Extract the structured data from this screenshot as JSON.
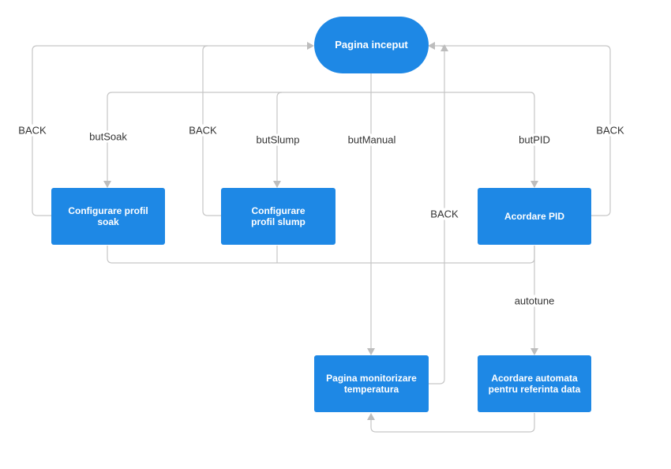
{
  "nodes": {
    "home": "Pagina inceput",
    "soak": "Configurare profil soak",
    "slump": "Configurare profil slump",
    "pid": "Acordare PID",
    "monitor": "Pagina monitorizare temperatura",
    "autotune_node": "Acordare automata pentru referinta data"
  },
  "edges": {
    "back_soak": "BACK",
    "but_soak": "butSoak",
    "back_slump": "BACK",
    "but_slump": "butSlump",
    "but_manual": "butManual",
    "back_monitor": "BACK",
    "but_pid": "butPID",
    "back_pid": "BACK",
    "autotune": "autotune"
  },
  "colors": {
    "node_fill": "#1e88e5",
    "node_text": "#ffffff",
    "connector": "#c6c6c6",
    "label_text": "#333333"
  }
}
